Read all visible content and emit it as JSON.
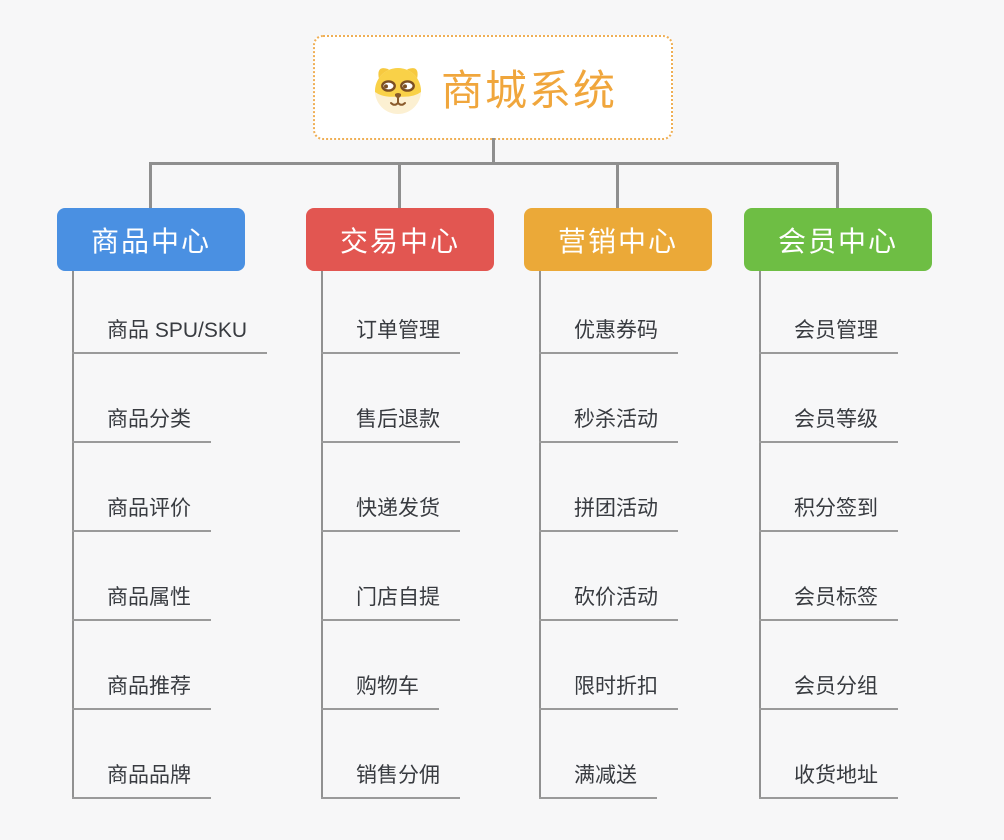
{
  "colors": {
    "background": "#F7F7F8",
    "connector": "#8F8F8F",
    "underline": "#9A9A9A",
    "root_text": "#F0A63C",
    "root_border": "#EFAF55",
    "subtopic_text": "#383B40"
  },
  "root": {
    "label": "商城系统",
    "icon": "shiba-dog-icon"
  },
  "branches": [
    {
      "label": "商品中心",
      "color": "#4A90E2",
      "children": [
        "商品 SPU/SKU",
        "商品分类",
        "商品评价",
        "商品属性",
        "商品推荐",
        "商品品牌"
      ]
    },
    {
      "label": "交易中心",
      "color": "#E25651",
      "children": [
        "订单管理",
        "售后退款",
        "快递发货",
        "门店自提",
        "购物车",
        "销售分佣"
      ]
    },
    {
      "label": "营销中心",
      "color": "#EBA938",
      "children": [
        "优惠券码",
        "秒杀活动",
        "拼团活动",
        "砍价活动",
        "限时折扣",
        "满减送"
      ]
    },
    {
      "label": "会员中心",
      "color": "#6EBE44",
      "children": [
        "会员管理",
        "会员等级",
        "积分签到",
        "会员标签",
        "会员分组",
        "收货地址"
      ]
    }
  ]
}
